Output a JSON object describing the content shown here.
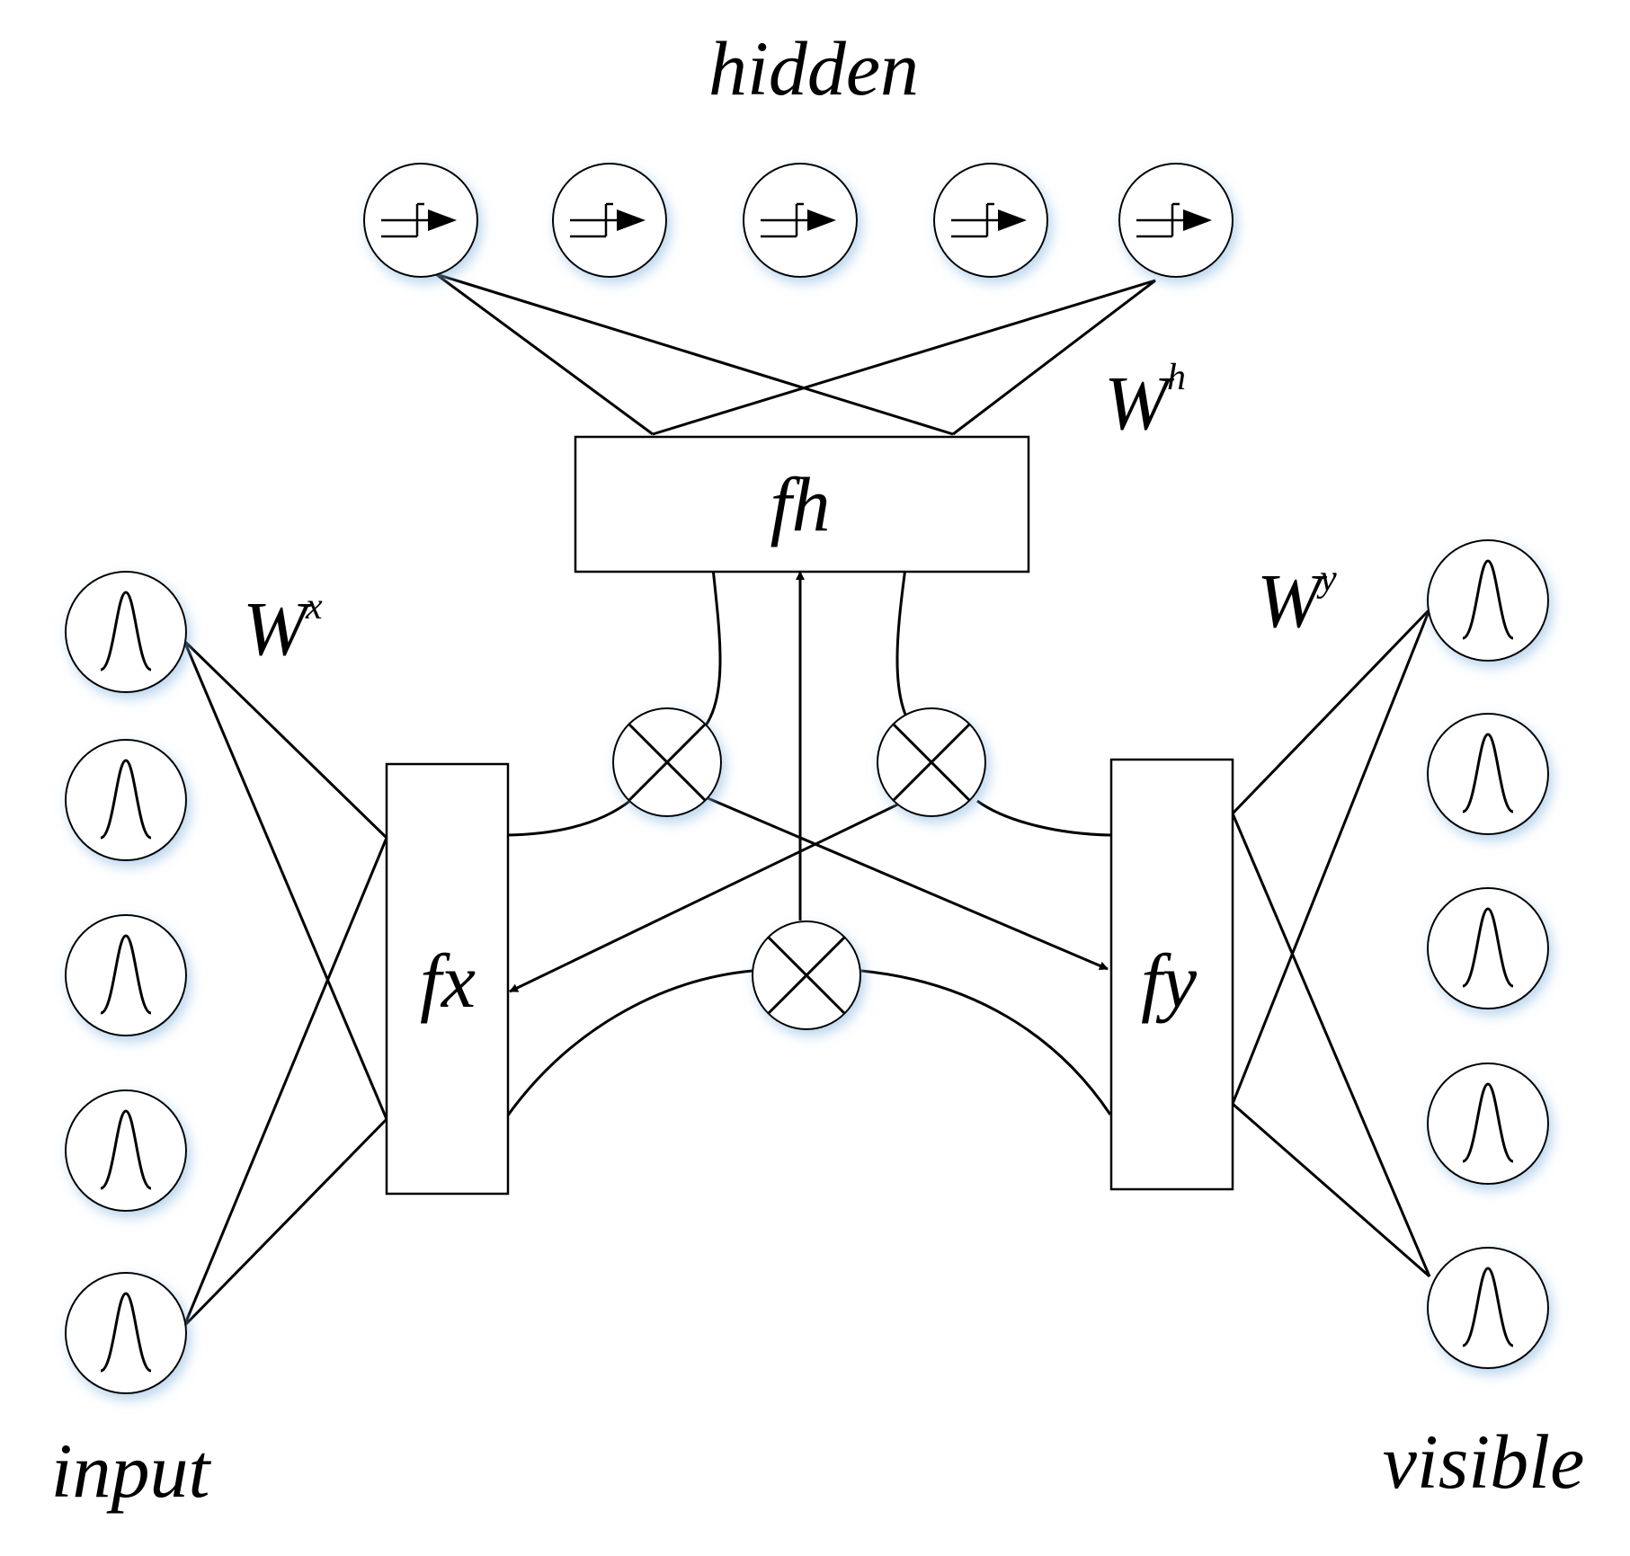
{
  "labels": {
    "hidden": "hidden",
    "input": "input",
    "visible": "visible",
    "fh": "fh",
    "fx": "fx",
    "fy": "fy",
    "wh_base": "W",
    "wh_sup": "h",
    "wx_base": "W",
    "wx_sup": "x",
    "wy_base": "W",
    "wy_sup": "y"
  },
  "layers": {
    "hidden_units": {
      "count": 5,
      "icon": "step-function-icon"
    },
    "input_units": {
      "count": 5,
      "icon": "gaussian-bump-icon"
    },
    "visible_units": {
      "count": 5,
      "icon": "gaussian-bump-icon"
    },
    "multipliers": {
      "count": 3,
      "icon": "multiply-icon"
    }
  }
}
